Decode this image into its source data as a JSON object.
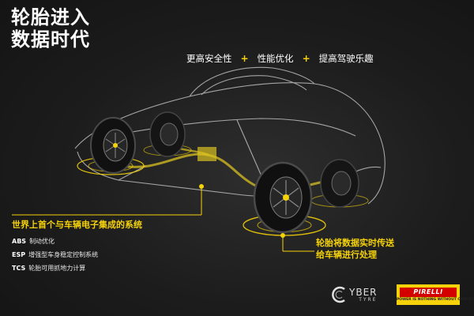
{
  "headline": {
    "line1": "轮胎进入",
    "line2": "数据时代"
  },
  "benefits": {
    "items": [
      "更高安全性",
      "性能优化",
      "提高驾驶乐趣"
    ],
    "separator": "+"
  },
  "callout_left": {
    "lead": "世界上首个与车辆电子集成的系统",
    "features": [
      {
        "code": "ABS",
        "text": "制动优化"
      },
      {
        "code": "ESP",
        "text": "增强型车身稳定控制系统"
      },
      {
        "code": "TCS",
        "text": "轮胎可用抓地力计算"
      }
    ]
  },
  "callout_right": {
    "line1": "轮胎将数据实时传送",
    "line2": "给车辆进行处理"
  },
  "logos": {
    "cyber": {
      "main": "YBER",
      "sub": "TYRE"
    },
    "pirelli": {
      "word": "PIRELLI",
      "tagline": "POWER IS NOTHING WITHOUT CONTROL"
    }
  },
  "colors": {
    "accent": "#f5d20a",
    "background": "#1c1c1c",
    "text": "#ffffff",
    "brand_red": "#d40000"
  },
  "icons": [
    "car-wireframe",
    "tire-icon",
    "sensor-ring-icon",
    "data-stream-icon",
    "cyber-logo-icon"
  ]
}
